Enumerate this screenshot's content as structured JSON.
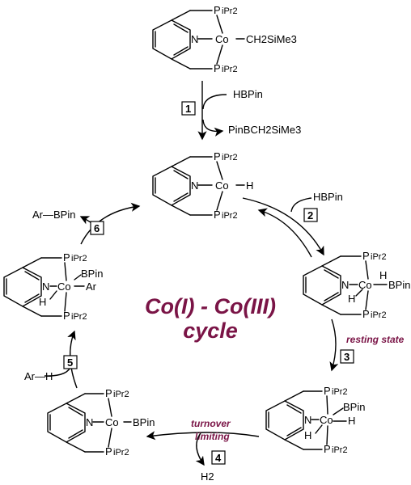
{
  "center_title": {
    "line1": "Co(I) - Co(III)",
    "line2": "cycle"
  },
  "top": {
    "P": "P",
    "iPr2": "iPr2",
    "N": "N",
    "Co": "Co",
    "alkyl": "CH2SiMe3",
    "reagent": "HBPin",
    "byproduct": "PinBCH2SiMe3"
  },
  "c1": {
    "P": "P",
    "iPr2": "iPr2",
    "N": "N",
    "Co": "Co",
    "H": "H"
  },
  "c2": {
    "P": "P",
    "iPr2": "iPr2",
    "N": "N",
    "Co": "Co",
    "H1": "H",
    "H2": "H",
    "BPin": "BPin"
  },
  "c3": {
    "P": "P",
    "iPr2": "iPr2",
    "N": "N",
    "Co": "Co",
    "H1": "H",
    "H2": "H",
    "BPin": "BPin"
  },
  "c4": {
    "P": "P",
    "iPr2": "iPr2",
    "N": "N",
    "Co": "Co",
    "BPin": "BPin"
  },
  "c5": {
    "P": "P",
    "iPr2": "iPr2",
    "N": "N",
    "Co": "Co",
    "H": "H",
    "BPin": "BPin",
    "Ar": "Ar"
  },
  "steps": {
    "s1": "1",
    "s2": "2",
    "s3": "3",
    "s4": "4",
    "s5": "5",
    "s6": "6",
    "hbpin2": "HBPin",
    "resting": "resting state",
    "turnover1": "turnover",
    "turnover2": "limiting",
    "h2": "H2",
    "arh": "Ar—H",
    "arbpin": "Ar—BPin"
  },
  "colors": {
    "accent": "#7a1446"
  }
}
